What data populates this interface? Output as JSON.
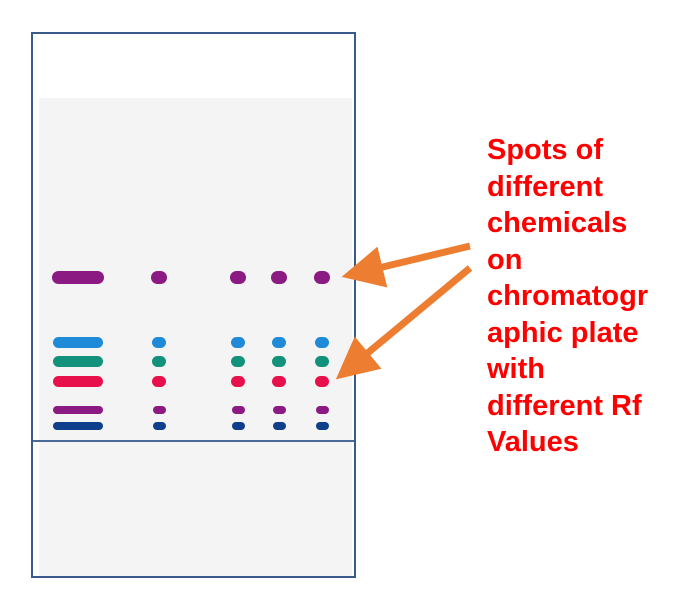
{
  "label_lines": [
    "Spots of",
    "different",
    "chemicals",
    "on",
    "chromatogr",
    "aphic plate",
    "with",
    "different Rf",
    "Values"
  ],
  "colors": {
    "plate_border": "#3a5a8c",
    "arrow": "#ed7d31",
    "label": "#ff0000"
  },
  "spot_rows": [
    {
      "color": "#8b1a82"
    },
    {
      "color": "#1f8ad8"
    },
    {
      "color": "#12927a"
    },
    {
      "color": "#e8104a"
    },
    {
      "color": "#8b1a82"
    },
    {
      "color": "#0f3f8a"
    }
  ]
}
